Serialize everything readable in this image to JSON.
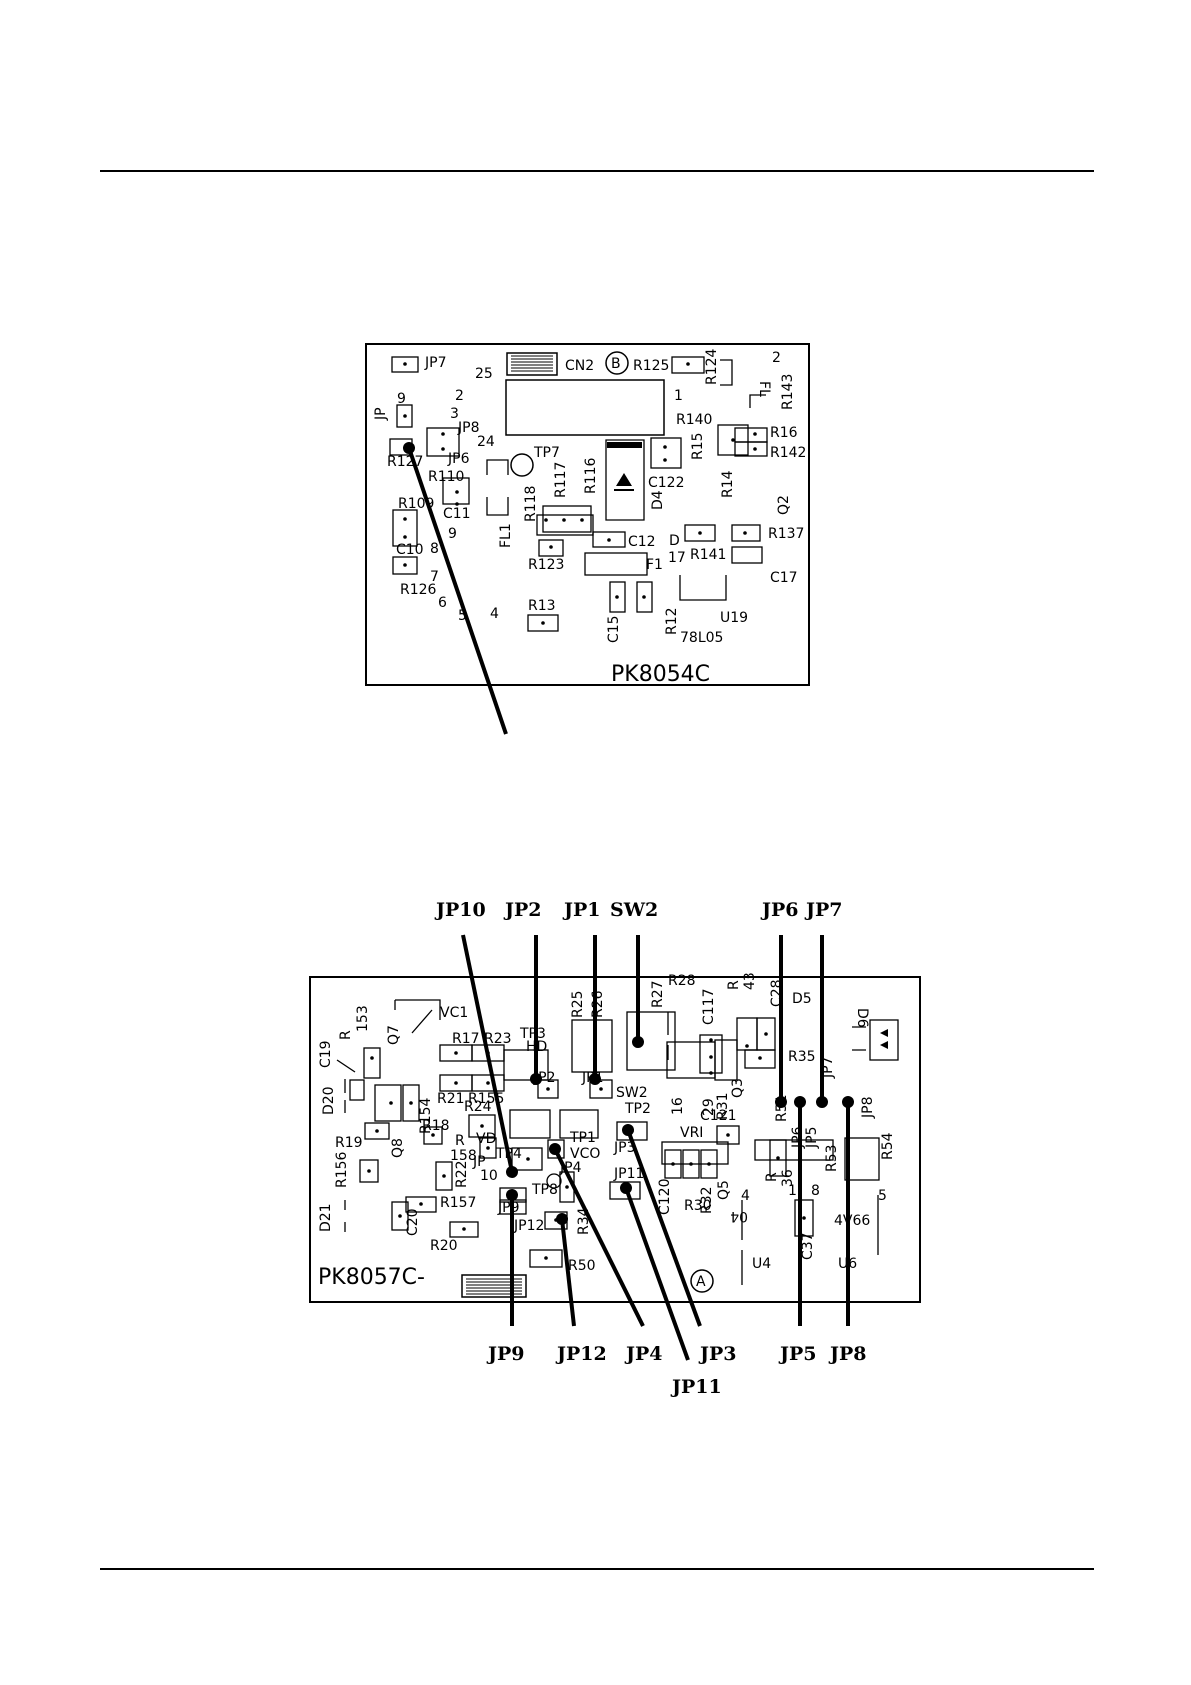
{
  "board_b": {
    "name": "PK8054C",
    "side_mark": "B",
    "labels": [
      "JP7",
      "JP",
      "9",
      "R127",
      "JP8",
      "JP6",
      "R110",
      "C11",
      "R109",
      "C10",
      "R126",
      "CN2",
      "25",
      "24",
      "1",
      "2",
      "3",
      "4",
      "5",
      "6",
      "7",
      "8",
      "9",
      "TP7",
      "FL1",
      "R118",
      "R117",
      "R116",
      "R123",
      "R13",
      "C12",
      "F1",
      "C15",
      "R12",
      "R125",
      "R124",
      "FL",
      "2",
      "R143",
      "R140",
      "R15",
      "R16",
      "R142",
      "C122",
      "R14",
      "D4",
      "D",
      "17",
      "R141",
      "R137",
      "Q2",
      "C17",
      "U19",
      "78L05"
    ]
  },
  "board_a": {
    "name": "PK8057C-",
    "side_mark": "A",
    "labels": [
      "VC1",
      "R",
      "153",
      "Q7",
      "C19",
      "D20",
      "R17",
      "R23",
      "R21",
      "R155",
      "TP3",
      "HD",
      "JP2",
      "R25",
      "R26",
      "JP1",
      "R27",
      "R28",
      "C117",
      "R",
      "43",
      "C28",
      "D5",
      "D6",
      "R35",
      "SW2",
      "R154",
      "R24",
      "TP2",
      "16",
      "29",
      "R31",
      "Q3",
      "R51",
      "C121",
      "VRI",
      "JP7",
      "JP8",
      "R54",
      "R19",
      "R18",
      "R",
      "158",
      "VD",
      "TP1",
      "VCO",
      "TP4",
      "JP",
      "10",
      "TP8",
      "JP9",
      "JP12",
      "R34",
      "JP4",
      "JP3",
      "JP11",
      "R156",
      "Q8",
      "R22",
      "R157",
      "R20",
      "C20",
      "D21",
      "R50",
      "C120",
      "R30",
      "R32",
      "Q5",
      "R",
      "36",
      "JP6",
      "JP5",
      "R53",
      "8",
      "1",
      "5",
      "4",
      "04",
      "U4",
      "C37",
      "4V66",
      "U6"
    ]
  },
  "callouts": {
    "jp10": "JP10",
    "jp2": "JP2",
    "jp1": "JP1",
    "sw2": "SW2",
    "jp6": "JP6",
    "jp7": "JP7",
    "jp9": "JP9",
    "jp12": "JP12",
    "jp4": "JP4",
    "jp3": "JP3",
    "jp5": "JP5",
    "jp8": "JP8",
    "jp11": "JP11"
  }
}
